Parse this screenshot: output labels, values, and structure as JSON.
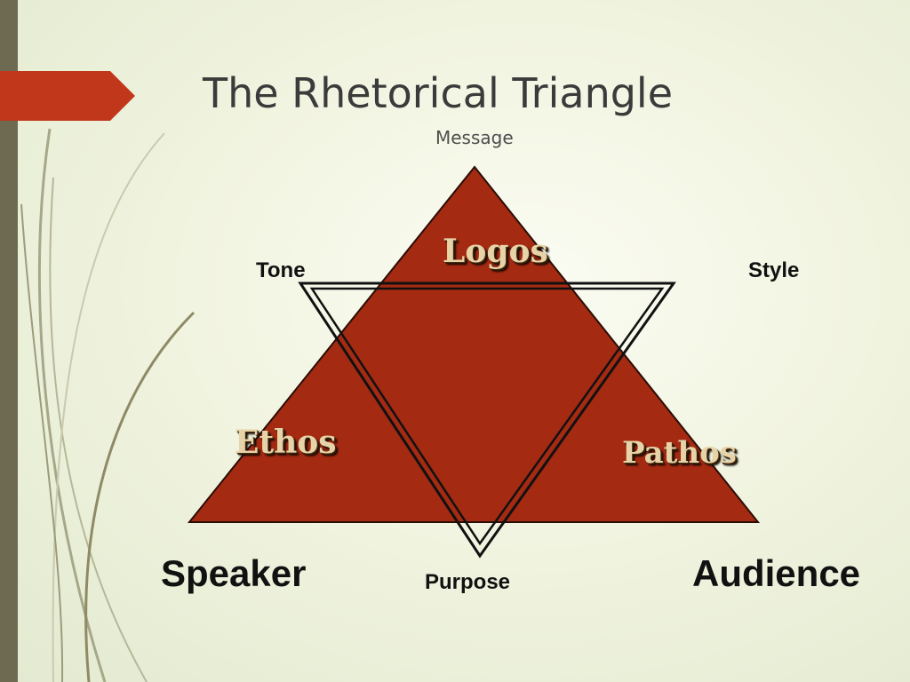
{
  "title": "The Rhetorical Triangle",
  "labels": {
    "message": "Message",
    "tone": "Tone",
    "style": "Style",
    "speaker": "Speaker",
    "audience": "Audience",
    "purpose": "Purpose"
  },
  "appeals": {
    "logos": "Logos",
    "ethos": "Ethos",
    "pathos": "Pathos"
  },
  "colors": {
    "triangle_fill": "#a52a12",
    "outline": "#111111",
    "accent_arrow": "#c0371b",
    "side_strip": "#6e6a52",
    "appeal_text": "#e6d3a8"
  }
}
